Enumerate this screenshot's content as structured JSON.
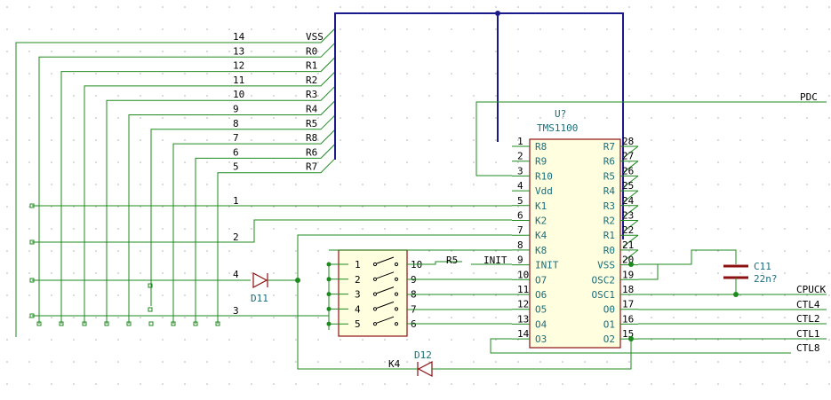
{
  "colors": {
    "wire": "#1e8a1e",
    "bus": "#1a1a8c",
    "component_outline": "#8c1010",
    "component_fill": "#ffffe0",
    "reference_text": "#1a6e7a",
    "label_text": "#000000",
    "grid_dot": "#b0b0b0"
  },
  "bus_entries": [
    {
      "number": "14",
      "label": "VSS"
    },
    {
      "number": "13",
      "label": "R0"
    },
    {
      "number": "12",
      "label": "R1"
    },
    {
      "number": "11",
      "label": "R2"
    },
    {
      "number": "10",
      "label": "R3"
    },
    {
      "number": "9",
      "label": "R4"
    },
    {
      "number": "8",
      "label": "R5"
    },
    {
      "number": "7",
      "label": "R8"
    },
    {
      "number": "6",
      "label": "R6"
    },
    {
      "number": "5",
      "label": "R7"
    }
  ],
  "connector_labels": [
    "1",
    "2",
    "4",
    "3"
  ],
  "ic": {
    "ref": "U?",
    "value": "TMS1100",
    "left_pins": [
      {
        "num": "1",
        "name": "R8"
      },
      {
        "num": "2",
        "name": "R9"
      },
      {
        "num": "3",
        "name": "R10"
      },
      {
        "num": "4",
        "name": "Vdd"
      },
      {
        "num": "5",
        "name": "K1"
      },
      {
        "num": "6",
        "name": "K2"
      },
      {
        "num": "7",
        "name": "K4"
      },
      {
        "num": "8",
        "name": "K8"
      },
      {
        "num": "9",
        "name": "INIT"
      },
      {
        "num": "10",
        "name": "O7"
      },
      {
        "num": "11",
        "name": "O6"
      },
      {
        "num": "12",
        "name": "O5"
      },
      {
        "num": "13",
        "name": "O4"
      },
      {
        "num": "14",
        "name": "O3"
      }
    ],
    "right_pins": [
      {
        "num": "28",
        "name": "R7"
      },
      {
        "num": "27",
        "name": "R6"
      },
      {
        "num": "26",
        "name": "R5"
      },
      {
        "num": "25",
        "name": "R4"
      },
      {
        "num": "24",
        "name": "R3"
      },
      {
        "num": "23",
        "name": "R2"
      },
      {
        "num": "22",
        "name": "R1"
      },
      {
        "num": "21",
        "name": "R0"
      },
      {
        "num": "20",
        "name": "VSS"
      },
      {
        "num": "19",
        "name": "OSC2"
      },
      {
        "num": "18",
        "name": "OSC1"
      },
      {
        "num": "17",
        "name": "O0"
      },
      {
        "num": "16",
        "name": "O1"
      },
      {
        "num": "15",
        "name": "O2"
      }
    ]
  },
  "dip_switch": {
    "left_pins": [
      "1",
      "2",
      "3",
      "4",
      "5"
    ],
    "right_pins": [
      "10",
      "9",
      "8",
      "7",
      "6"
    ]
  },
  "net_labels": {
    "r5": "R5",
    "init": "INIT",
    "k4": "K4",
    "pdc": "PDC",
    "cpuck": "CPUCK",
    "ctl4": "CTL4",
    "ctl2": "CTL2",
    "ctl1": "CTL1",
    "ctl8": "CTL8"
  },
  "diodes": {
    "d11": "D11",
    "d12": "D12"
  },
  "capacitor": {
    "ref": "C11",
    "value": "22n?"
  }
}
